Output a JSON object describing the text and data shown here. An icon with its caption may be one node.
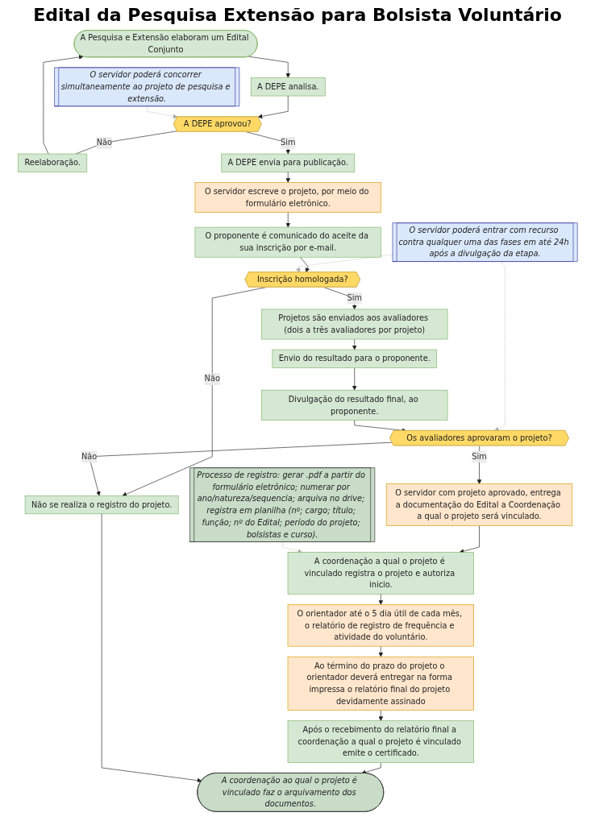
{
  "diagram": {
    "title": "Edital da Pesquisa Extensão para Bolsista Voluntário",
    "nodes": [
      {
        "text": [
          "A Pesquisa e Extensão elaboram um Edital Conjunto"
        ]
      },
      {
        "text": [
          "A DEPE analisa."
        ]
      },
      {
        "text": [
          "Reelaboração."
        ]
      },
      {
        "text": [
          "O servidor poderá concorrer simultaneamente ao projeto de pesquisa e extensão."
        ]
      },
      {
        "text": [
          "A DEPE aprovou?"
        ]
      },
      {
        "text": [
          "A DEPE envia para publicação."
        ]
      },
      {
        "text": [
          "O servidor escreve o projeto, por meio do formulário eletrônico."
        ]
      },
      {
        "text": [
          "O servidor poderá entrar com recurso contra qualquer uma das fases em até 24h após a divulgação da etapa."
        ]
      },
      {
        "text": [
          "O proponente é comunicado do aceite da sua inscrição por e-mail."
        ]
      },
      {
        "text": [
          "Inscrição homologada?"
        ]
      },
      {
        "text": [
          "Projetos são enviados aos avaliadores (dois a três avaliadores por projeto)"
        ]
      },
      {
        "text": [
          "Envio do resultado para o proponente."
        ]
      },
      {
        "text": [
          "Divulgação do resultado final, ao proponente."
        ]
      },
      {
        "text": [
          "Os avaliadores aprovaram o projeto?"
        ]
      },
      {
        "text": [
          "Não se realiza o registro do projeto."
        ]
      },
      {
        "text": [
          "O servidor com projeto aprovado, entrega a documentação do Edital a Coordenação a qual o projeto será vinculado."
        ]
      },
      {
        "text": [
          "Processo de registro: gerar .pdf a partir do formulário eletrônico; numerar por ano/natureza/sequencia; arquiva no drive; registra em planilha (nº; cargo; título; função; nº do Edital; período do projeto; bolsistas e curso)."
        ]
      },
      {
        "text": [
          "A coordenação a qual o projeto é vinculado registra o projeto e autoriza inicio."
        ]
      },
      {
        "text": [
          "O orientador até o 5 dia útil de cada mês, o relatório de registro de frequência e atividade do voluntário."
        ]
      },
      {
        "text": [
          "Ao término do prazo do projeto o orientador deverá entregar na forma impressa o relatório final do projeto devidamente assinado"
        ]
      },
      {
        "text": [
          "Após o recebimento do relatório final a coordenação a qual o projeto é vinculado emite o certificado."
        ]
      },
      {
        "text": [
          "A coordenação ao qual o projeto é vinculado faz o arquivamento dos documentos."
        ]
      }
    ],
    "edges": [
      {
        "from": 0,
        "to": 1,
        "arrow": "to"
      },
      {
        "from": 1,
        "to": 4,
        "arrow": "to"
      },
      {
        "from": 4,
        "to": 2,
        "arrow": "none",
        "label": "Não"
      },
      {
        "from": 2,
        "to": 0,
        "arrow": "to"
      },
      {
        "from": 3,
        "to": 4,
        "arrow": "to",
        "style": "dashed",
        "color": "#aaaaaa"
      },
      {
        "from": 4,
        "to": 5,
        "arrow": "to",
        "label": "Sim"
      },
      {
        "from": 5,
        "to": 6,
        "arrow": "to"
      },
      {
        "from": 6,
        "to": 8,
        "arrow": "to"
      },
      {
        "from": 8,
        "to": 9,
        "arrow": "to"
      },
      {
        "from": 7,
        "to": 9,
        "arrow": "to",
        "style": "dashed",
        "color": "#aaaaaa"
      },
      {
        "from": 7,
        "to": 13,
        "arrow": "to",
        "style": "dashed",
        "color": "#aaaaaa"
      },
      {
        "from": 9,
        "to": 10,
        "arrow": "to",
        "label": "Sim"
      },
      {
        "from": 9,
        "to": 14,
        "arrow": "to",
        "label": "Não"
      },
      {
        "from": 10,
        "to": 11,
        "arrow": "to"
      },
      {
        "from": 11,
        "to": 12,
        "arrow": "to"
      },
      {
        "from": 12,
        "to": 13,
        "arrow": "to"
      },
      {
        "from": 13,
        "to": 14,
        "arrow": "to",
        "label": "Não"
      },
      {
        "from": 13,
        "to": 15,
        "arrow": "to",
        "label": "Sim"
      },
      {
        "from": 15,
        "to": 17,
        "arrow": "to"
      },
      {
        "from": 16,
        "to": 17,
        "arrow": "to",
        "style": "dashed",
        "color": "#aaaaaa"
      },
      {
        "from": 17,
        "to": 18,
        "arrow": "to"
      },
      {
        "from": 18,
        "to": 19,
        "arrow": "to"
      },
      {
        "from": 19,
        "to": 20,
        "arrow": "to"
      },
      {
        "from": 20,
        "to": 21,
        "arrow": "to"
      },
      {
        "from": 14,
        "to": 21,
        "arrow": "to"
      }
    ]
  }
}
